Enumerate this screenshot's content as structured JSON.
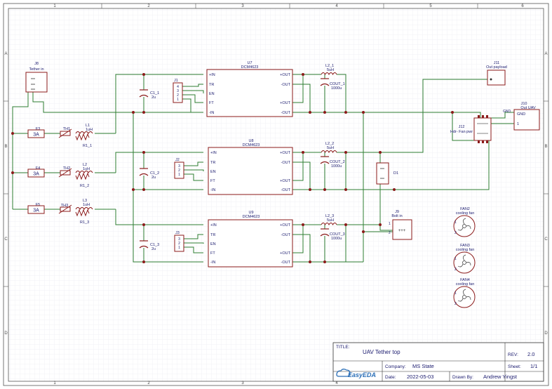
{
  "frame": {
    "columns": [
      "1",
      "2",
      "3",
      "4",
      "5",
      "6"
    ],
    "rows": [
      "A",
      "B",
      "C",
      "D"
    ]
  },
  "title_block": {
    "title_label": "TITLE:",
    "title": "UAV Tether top",
    "rev_label": "REV:",
    "rev": "2.0",
    "company_label": "Company:",
    "company": "MS State",
    "sheet_label": "Sheet:",
    "sheet": "1/1",
    "date_label": "Date:",
    "date": "2022-05-03",
    "drawn_label": "Drawn By:",
    "drawn_by": "Andrew Yingst",
    "logo": "EasyEDA"
  },
  "connectors": {
    "j8": {
      "ref": "J8",
      "name": "Tether in"
    },
    "j11": {
      "ref": "J11",
      "name": "Out payload"
    },
    "j10": {
      "ref": "J10",
      "name": "Out UAV",
      "pin1": "1",
      "pin2": "GND",
      "gnd_pin": "GND"
    },
    "j12": {
      "ref": "J12",
      "name": "Hdr- Fan pwr"
    },
    "j9": {
      "ref": "J9",
      "name": "Bolt in",
      "pin1": "1",
      "pin2": "2",
      "symbol": "+++"
    },
    "j1": {
      "ref": "J1",
      "pins": [
        "4",
        "3",
        "2",
        "1"
      ]
    },
    "j2": {
      "ref": "J2",
      "pins": [
        "3",
        "2",
        "1"
      ]
    },
    "j3": {
      "ref": "J3",
      "pins": [
        "3",
        "2",
        "1"
      ]
    }
  },
  "fuses": [
    {
      "ref": "F3",
      "value": "3A"
    },
    {
      "ref": "F4",
      "value": "3A"
    },
    {
      "ref": "F5",
      "value": "3A"
    }
  ],
  "thermistors": [
    "TH1",
    "TH2",
    "TH3"
  ],
  "inductors_in": [
    {
      "ref": "L1",
      "value": "1uH"
    },
    {
      "ref": "L2",
      "value": "1uH"
    },
    {
      "ref": "L3",
      "value": "1uH"
    }
  ],
  "resistors": [
    "R1_1",
    "R1_2",
    "R1_3"
  ],
  "input_caps": [
    {
      "ref": "C1_1",
      "value": "2u"
    },
    {
      "ref": "C1_2",
      "value": "2u"
    },
    {
      "ref": "C1_3",
      "value": "2u"
    }
  ],
  "converters": [
    {
      "ref": "U7",
      "part": "DCM4623",
      "left_pins": [
        "+IN",
        "TR",
        "EN",
        "FT",
        "-IN"
      ],
      "right_pins": [
        "+OUT",
        "-OUT",
        "+OUT",
        "-OUT"
      ]
    },
    {
      "ref": "U8",
      "part": "DCM4623",
      "left_pins": [
        "+IN",
        "TR",
        "EN",
        "FT",
        "-IN"
      ],
      "right_pins": [
        "+OUT",
        "-OUT",
        "+OUT",
        "-OUT"
      ]
    },
    {
      "ref": "U9",
      "part": "DCM4623",
      "left_pins": [
        "+IN",
        "TR",
        "EN",
        "FT",
        "-IN"
      ],
      "right_pins": [
        "+OUT",
        "-OUT",
        "+OUT",
        "-OUT"
      ]
    }
  ],
  "output_inductors": [
    {
      "ref": "L2_1",
      "value": "5uH"
    },
    {
      "ref": "L2_2",
      "value": "5uH"
    },
    {
      "ref": "L2_3",
      "value": "5uH"
    }
  ],
  "output_caps": [
    {
      "ref": "COUT_1",
      "value": "1000u"
    },
    {
      "ref": "COUT_2",
      "value": "1000u"
    },
    {
      "ref": "COUT_3",
      "value": "1000u"
    }
  ],
  "diode": {
    "ref": "D1"
  },
  "fans": [
    {
      "ref": "FAN2",
      "name": "cooling fan"
    },
    {
      "ref": "FAN3",
      "name": "cooling fan"
    },
    {
      "ref": "FAN4",
      "name": "cooling fan"
    }
  ],
  "colors": {
    "wire": "#2e7d32",
    "component": "#8b1a1a",
    "text": "#1a1a6e",
    "grid": "#e8e8ee",
    "junction": "#8b1a1a"
  }
}
